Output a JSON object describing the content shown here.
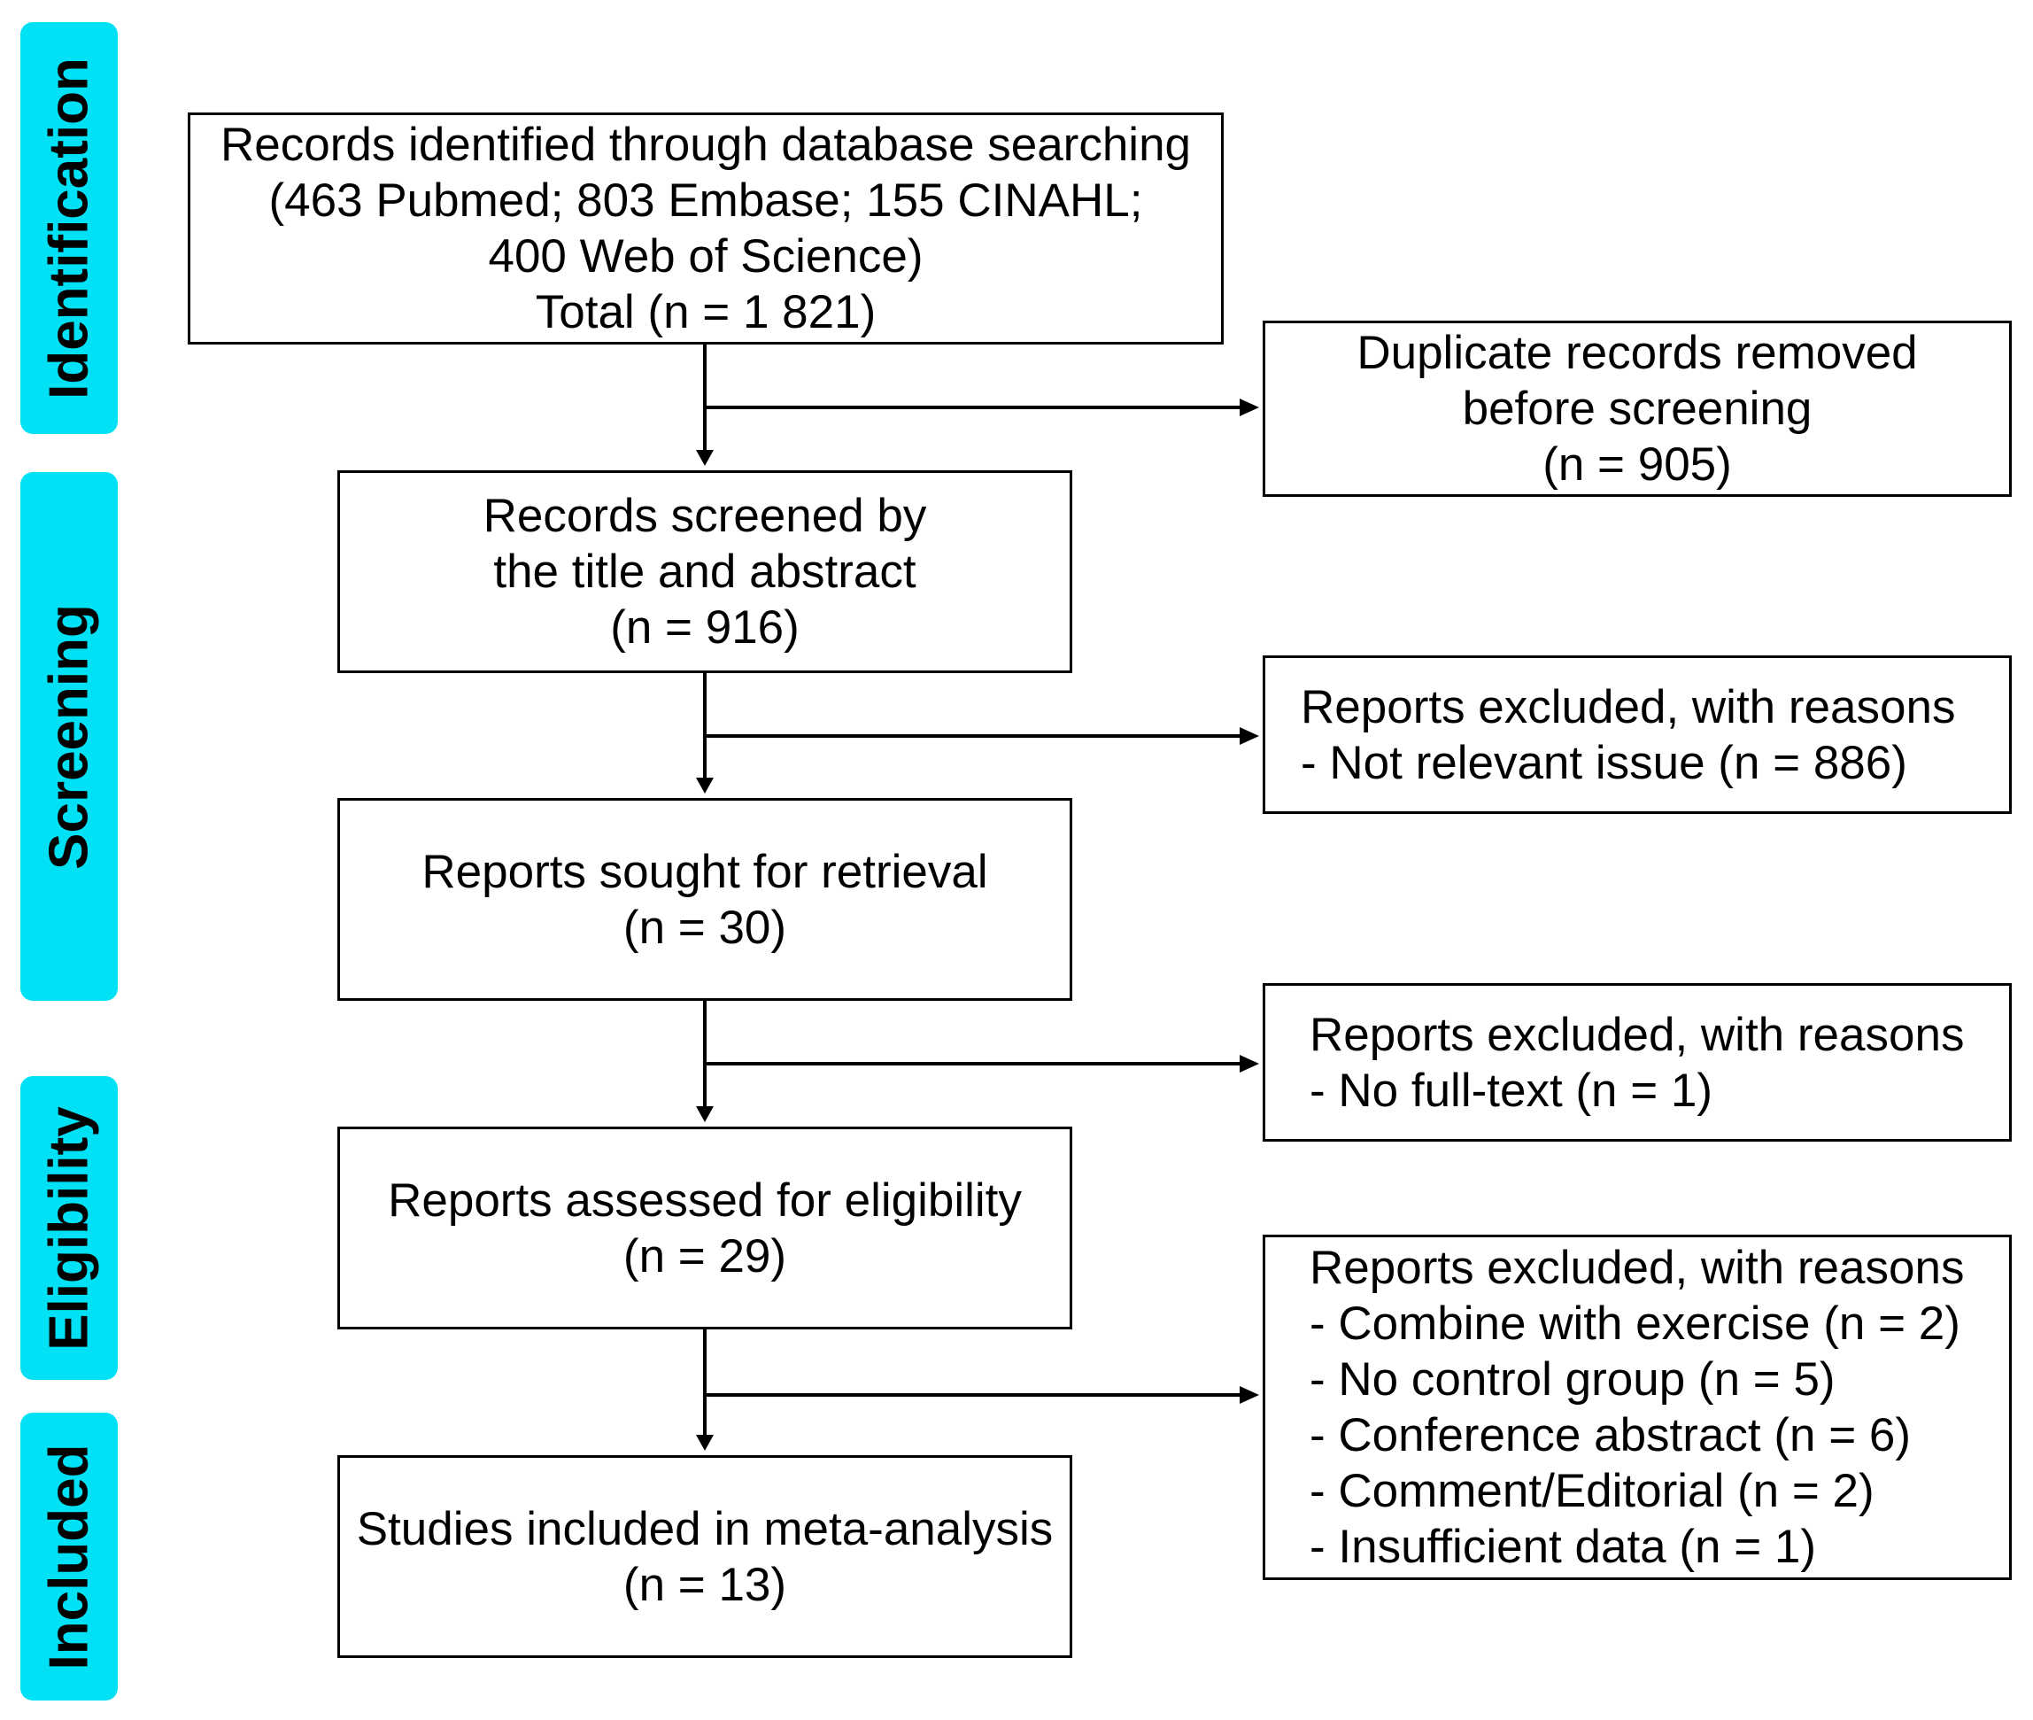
{
  "phases": {
    "identification": "Identification",
    "screening": "Screening",
    "eligibility": "Eligibility",
    "included": "Included"
  },
  "main_boxes": {
    "identified": [
      "Records identified through database searching",
      "(463 Pubmed; 803 Embase; 155 CINAHL;",
      "400 Web of Science)",
      "Total (n = 1 821)"
    ],
    "screened": [
      "Records screened by",
      "the title and abstract",
      "(n = 916)"
    ],
    "sought": [
      "Reports sought for retrieval",
      "(n = 30)"
    ],
    "assessed": [
      "Reports assessed for eligibility",
      "(n = 29)"
    ],
    "included": [
      "Studies included in meta-analysis",
      "(n = 13)"
    ]
  },
  "side_boxes": {
    "duplicates": [
      "Duplicate records removed",
      "before screening",
      "(n = 905)"
    ],
    "excluded_screening": [
      "Reports excluded, with reasons",
      "- Not relevant issue (n = 886)"
    ],
    "excluded_retrieval": [
      "Reports excluded, with reasons",
      "- No full-text (n = 1)"
    ],
    "excluded_eligibility": [
      "Reports excluded, with reasons",
      "- Combine with exercise (n = 2)",
      "- No control group (n = 5)",
      "- Conference abstract (n = 6)",
      "- Comment/Editorial (n = 2)",
      "- Insufficient data (n = 1)"
    ]
  }
}
